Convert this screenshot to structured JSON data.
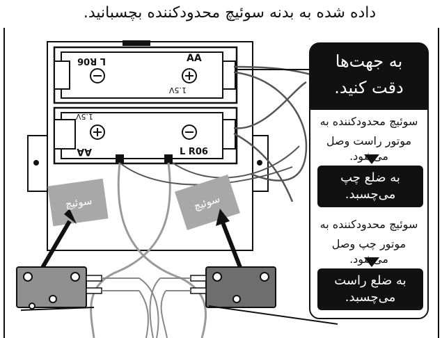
{
  "instruction": "داده شده به بدنه سوئیچ محدودکننده بچسبانید.",
  "callout_title_line1": "به جهت‌ها",
  "callout_title_line2": "دقت کنید.",
  "text_top_line1": "سوئیچ محدودکننده به",
  "text_top_line2": "موتور راست وصل می‌شود.",
  "box1_line1": "به ضلع چپ",
  "box1_line2": "می‌چسبد.",
  "text_mid_line1": "سوئیچ محدودکننده به",
  "text_mid_line2": "موتور چپ وصل می‌شود.",
  "box2_line1": "به ضلع راست",
  "box2_line2": "می‌چسبد.",
  "sticker_left": "سوئیچ",
  "sticker_right": "سوئیچ",
  "battery_top_left": "L R06",
  "battery_top_right": "AA",
  "battery_top_small": "1.5V",
  "battery_bottom_left": "1.5V",
  "battery_bottom_right": "L R06",
  "battery_bottom_aa": "AA",
  "colors": {
    "black": "#111111",
    "gray_sticker": "#a8a8a8",
    "wire": "#9a9a9a",
    "switch_left": "#8f8f8f",
    "switch_right": "#6e6e6e"
  }
}
